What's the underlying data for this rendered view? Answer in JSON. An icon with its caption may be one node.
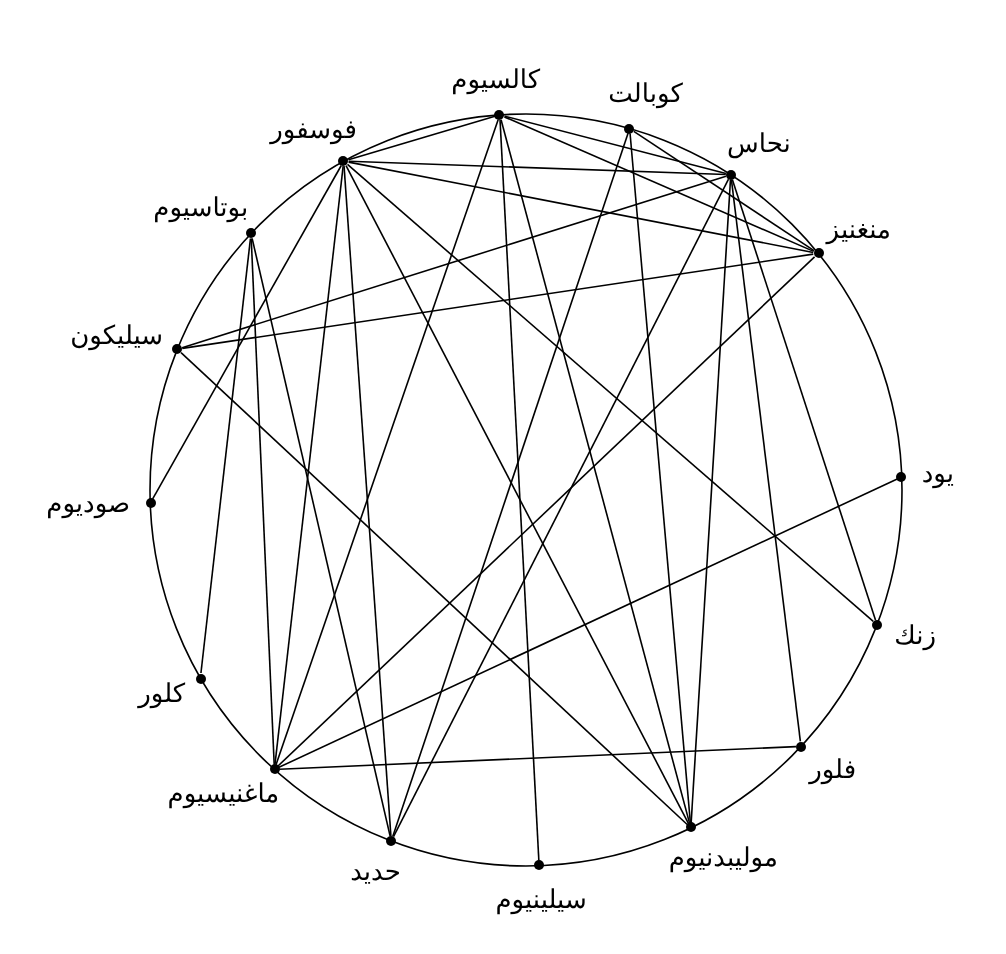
{
  "diagram": {
    "nodes": [
      {
        "text": [
          "بوتاسيوم"
        ]
      },
      {
        "text": [
          "فوسفور"
        ]
      },
      {
        "text": [
          "كالسيوم"
        ]
      },
      {
        "text": [
          "كوبالت"
        ]
      },
      {
        "text": [
          "نحاس"
        ]
      },
      {
        "text": [
          "منغنيز"
        ]
      },
      {
        "text": [
          "يود"
        ]
      },
      {
        "text": [
          "زنك"
        ]
      },
      {
        "text": [
          "فلور"
        ]
      },
      {
        "text": [
          "موليبدنيوم"
        ]
      },
      {
        "text": [
          "سيلينيوم"
        ]
      },
      {
        "text": [
          "حديد"
        ]
      },
      {
        "text": [
          "ماغنيسيوم"
        ]
      },
      {
        "text": [
          "كلور"
        ]
      },
      {
        "text": [
          "صوديوم"
        ]
      },
      {
        "text": [
          "سيليكون"
        ]
      }
    ],
    "edges": [
      {
        "from": 0,
        "to": 13,
        "arrow": "none"
      },
      {
        "from": 0,
        "to": 12,
        "arrow": "none"
      },
      {
        "from": 0,
        "to": 11,
        "arrow": "none"
      },
      {
        "from": 1,
        "to": 2,
        "arrow": "none"
      },
      {
        "from": 1,
        "to": 4,
        "arrow": "none"
      },
      {
        "from": 1,
        "to": 5,
        "arrow": "none"
      },
      {
        "from": 1,
        "to": 12,
        "arrow": "none"
      },
      {
        "from": 1,
        "to": 11,
        "arrow": "none"
      },
      {
        "from": 1,
        "to": 9,
        "arrow": "none"
      },
      {
        "from": 1,
        "to": 7,
        "arrow": "none"
      },
      {
        "from": 2,
        "to": 4,
        "arrow": "none"
      },
      {
        "from": 2,
        "to": 5,
        "arrow": "none"
      },
      {
        "from": 2,
        "to": 12,
        "arrow": "none"
      },
      {
        "from": 2,
        "to": 9,
        "arrow": "none"
      },
      {
        "from": 2,
        "to": 10,
        "arrow": "none"
      },
      {
        "from": 3,
        "to": 5,
        "arrow": "none"
      },
      {
        "from": 3,
        "to": 9,
        "arrow": "none"
      },
      {
        "from": 3,
        "to": 11,
        "arrow": "none"
      },
      {
        "from": 4,
        "to": 15,
        "arrow": "none"
      },
      {
        "from": 4,
        "to": 7,
        "arrow": "none"
      },
      {
        "from": 4,
        "to": 8,
        "arrow": "none"
      },
      {
        "from": 4,
        "to": 9,
        "arrow": "none"
      },
      {
        "from": 4,
        "to": 11,
        "arrow": "none"
      },
      {
        "from": 5,
        "to": 12,
        "arrow": "none"
      },
      {
        "from": 5,
        "to": 15,
        "arrow": "none"
      },
      {
        "from": 15,
        "to": 9,
        "arrow": "none"
      },
      {
        "from": 12,
        "to": 8,
        "arrow": "none"
      },
      {
        "from": 14,
        "to": 1,
        "arrow": "none"
      },
      {
        "from": 6,
        "to": 12,
        "arrow": "none"
      }
    ]
  }
}
